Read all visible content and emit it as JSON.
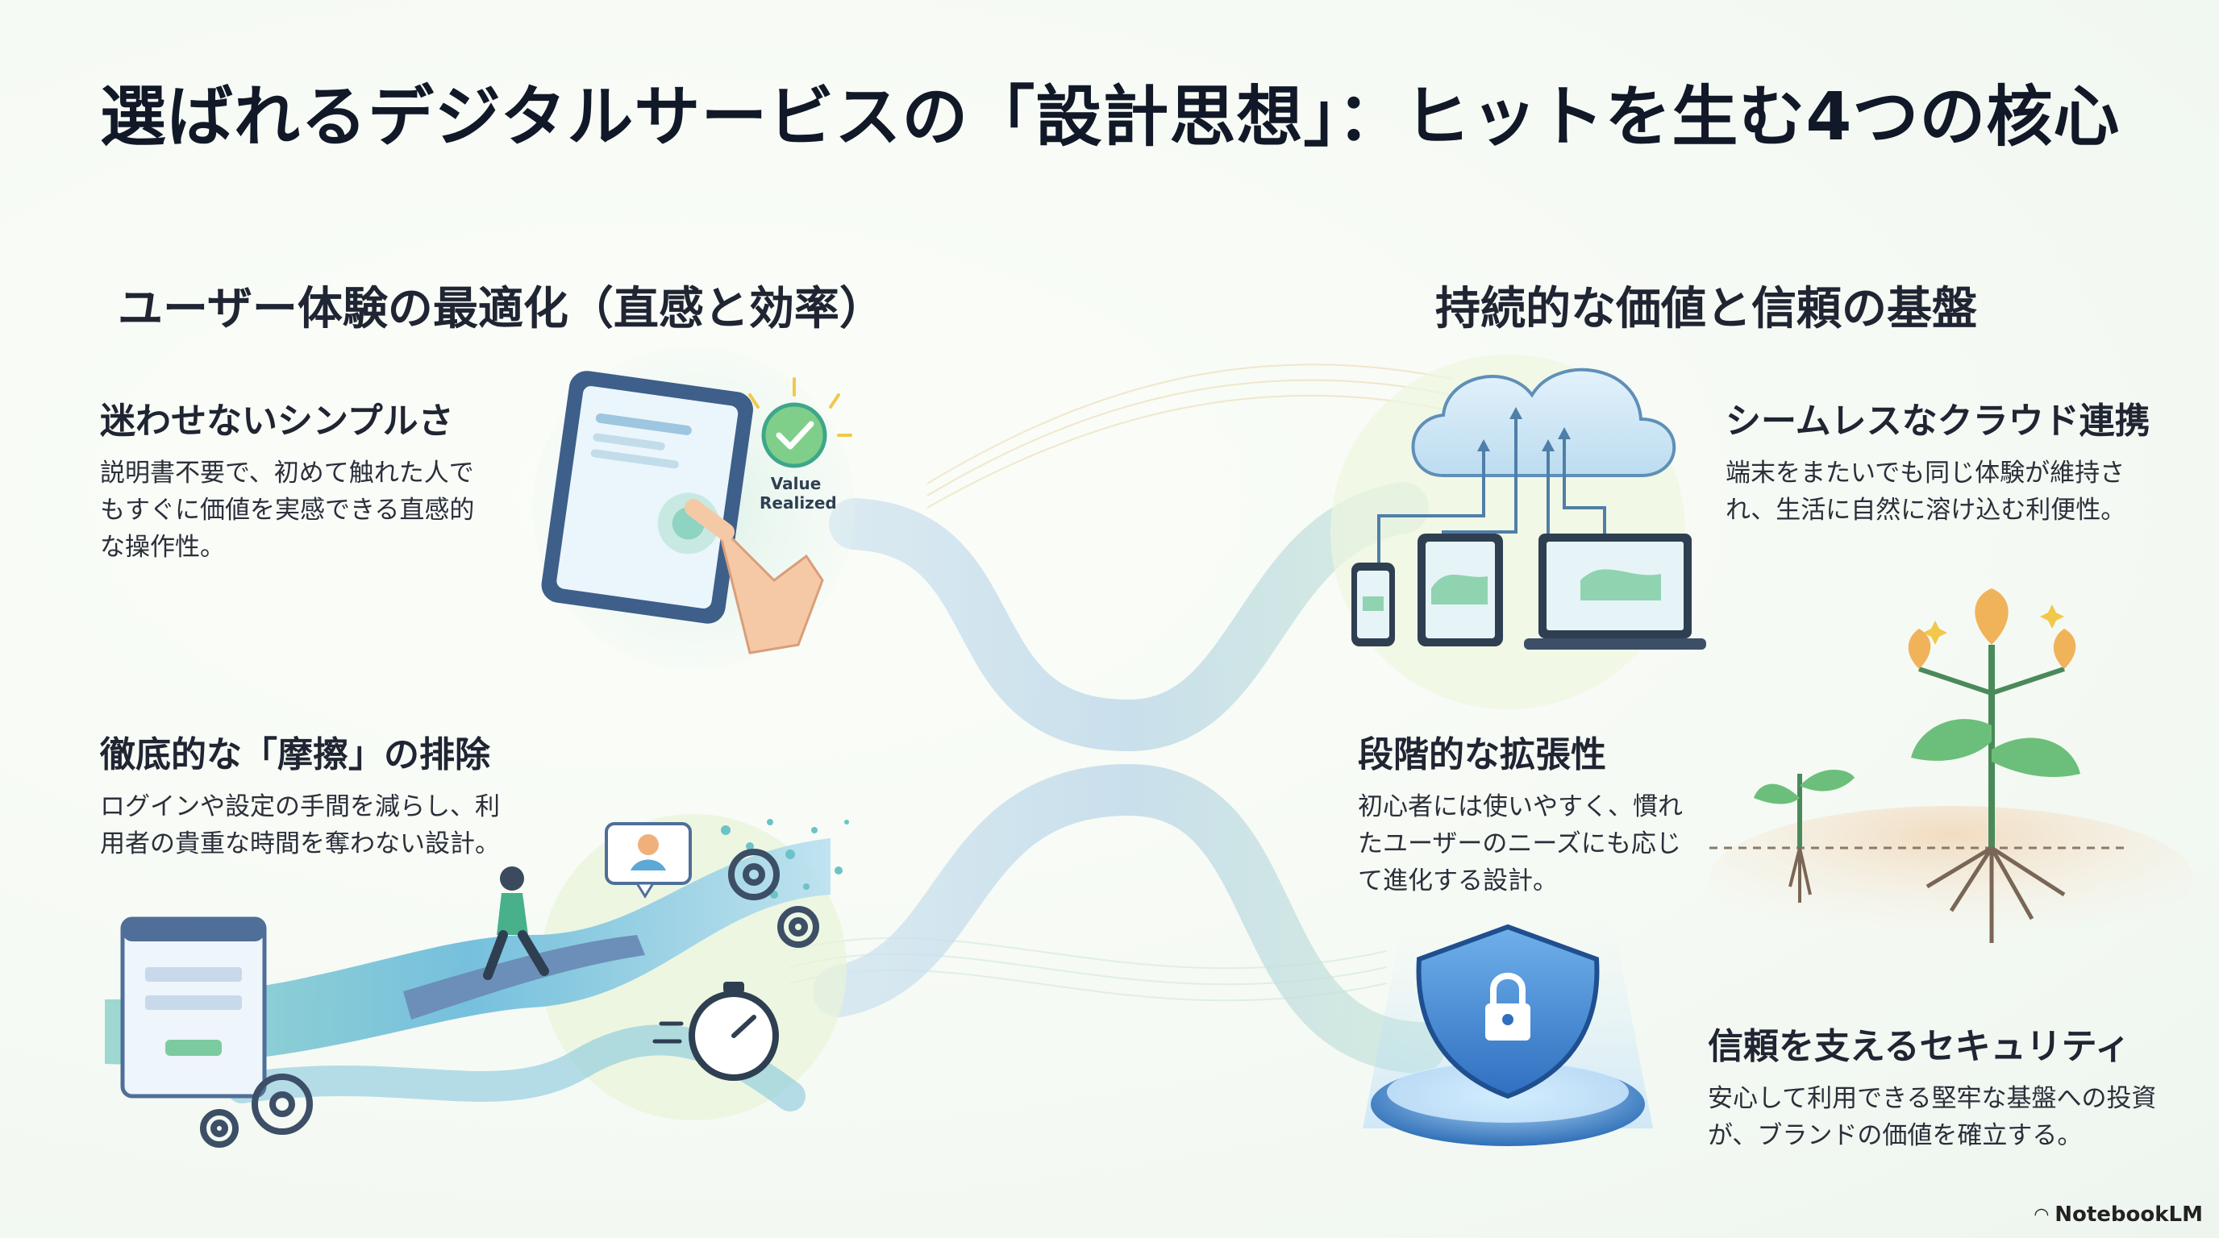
{
  "title": "選ばれるデジタルサービスの「設計思想」：ヒットを生む4つの核心",
  "left_section": {
    "title": "ユーザー体験の最適化（直感と効率）",
    "blocks": [
      {
        "heading": "迷わせないシンプルさ",
        "body": "説明書不要で、初めて触れた人でもすぐに価値を実感できる直感的な操作性。"
      },
      {
        "heading": "徹底的な「摩擦」の排除",
        "body": "ログインや設定の手間を減らし、利用者の貴重な時間を奪わない設計。"
      }
    ]
  },
  "right_section": {
    "title": "持続的な価値と信頼の基盤",
    "blocks": [
      {
        "heading": "シームレスなクラウド連携",
        "body": "端末をまたいでも同じ体験が維持され、生活に自然に溶け込む利便性。"
      },
      {
        "heading": "段階的な拡張性",
        "body": "初心者には使いやすく、慣れたユーザーのニーズにも応じて進化する設計。"
      },
      {
        "heading": "信頼を支えるセキュリティ",
        "body": "安心して利用できる堅牢な基盤への投資が、ブランドの価値を確立する。"
      }
    ]
  },
  "illustration": {
    "badge_line1": "Value",
    "badge_line2": "Realized"
  },
  "brand": "NotebookLM",
  "colors": {
    "accent_teal": "#3fb3a4",
    "accent_blue": "#3b7fd0",
    "accent_green": "#7cc46a",
    "title": "#111827"
  }
}
